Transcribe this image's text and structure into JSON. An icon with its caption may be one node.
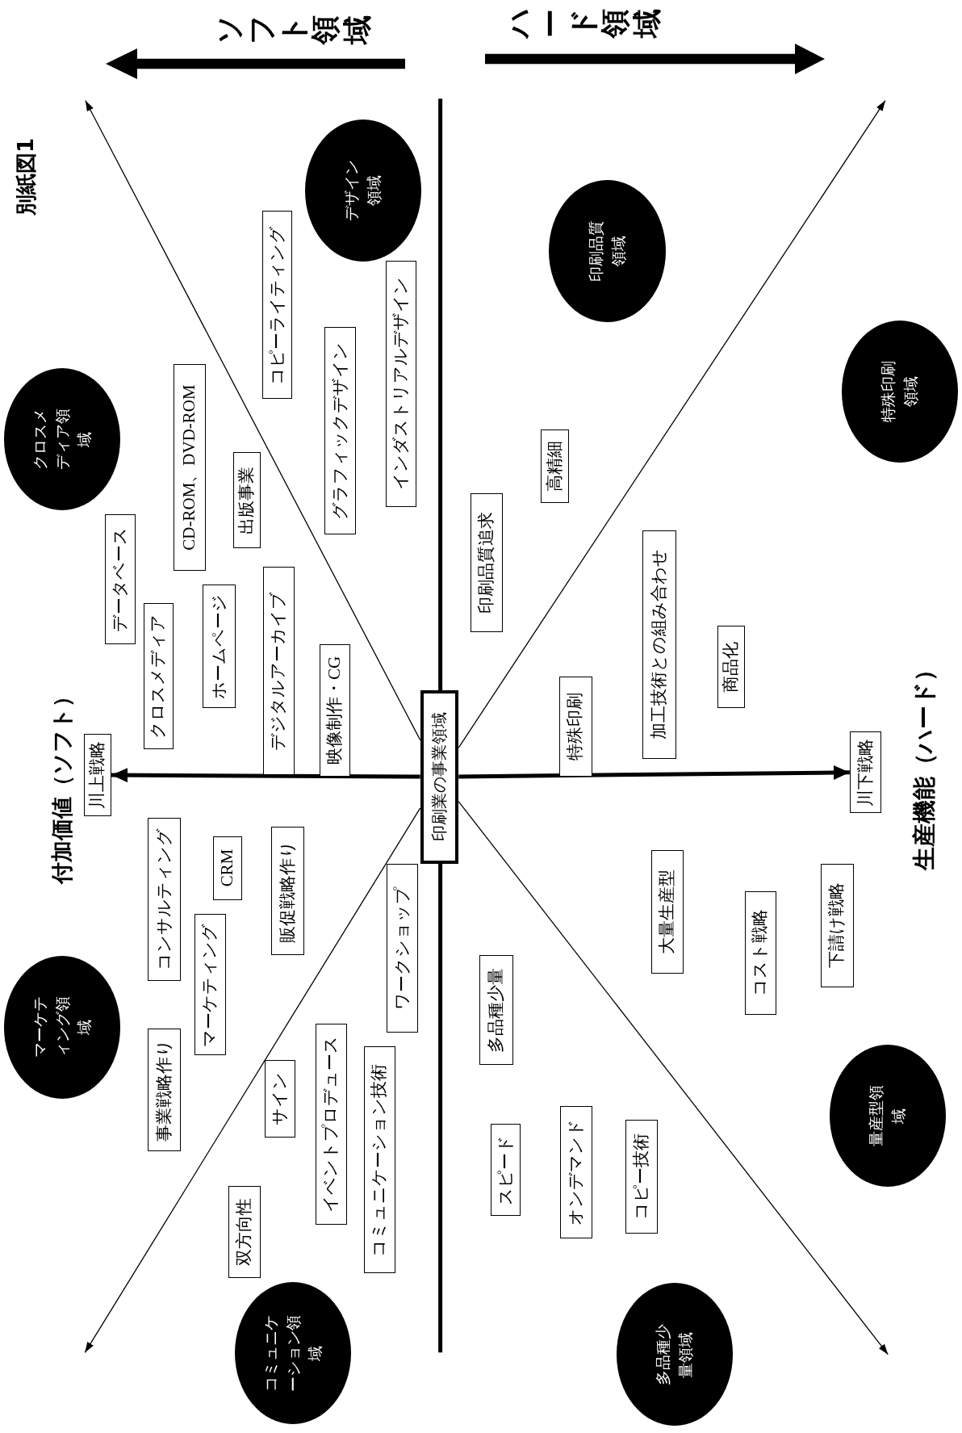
{
  "diagram": {
    "nodes": [
      {
        "text": [
          "印刷業の事業領域"
        ]
      },
      {
        "text": [
          "デザイン領域"
        ]
      },
      {
        "text": [
          "コピーライティング"
        ]
      },
      {
        "text": [
          "インダストリアルデザイン"
        ]
      },
      {
        "text": [
          "グラフィックデザイン"
        ]
      },
      {
        "text": [
          "クロスメディア領域"
        ]
      },
      {
        "text": [
          "CD-ROM、DVD-ROM"
        ]
      },
      {
        "text": [
          "出版事業"
        ]
      },
      {
        "text": [
          "データベース"
        ]
      },
      {
        "text": [
          "ホームページ"
        ]
      },
      {
        "text": [
          "クロスメディア"
        ]
      },
      {
        "text": [
          "デジタルアーカイブ"
        ]
      },
      {
        "text": [
          "映像制作・CG"
        ]
      },
      {
        "text": [
          "川上戦略"
        ]
      },
      {
        "text": [
          "コンサルティング"
        ]
      },
      {
        "text": [
          "CRM"
        ]
      },
      {
        "text": [
          "販促戦略作り"
        ]
      },
      {
        "text": [
          "マーケティング"
        ]
      },
      {
        "text": [
          "ワークショップ"
        ]
      },
      {
        "text": [
          "マーケティング領域"
        ]
      },
      {
        "text": [
          "事業戦略作り"
        ]
      },
      {
        "text": [
          "サイン"
        ]
      },
      {
        "text": [
          "イベントプロデュース"
        ]
      },
      {
        "text": [
          "コミュニケーション技術"
        ]
      },
      {
        "text": [
          "双方向性"
        ]
      },
      {
        "text": [
          "コミュニケーション領域"
        ]
      },
      {
        "text": [
          "印刷品質領域"
        ]
      },
      {
        "text": [
          "特殊印刷領域"
        ]
      },
      {
        "text": [
          "高精細"
        ]
      },
      {
        "text": [
          "印刷品質追求"
        ]
      },
      {
        "text": [
          "加工技術との組み合わせ"
        ]
      },
      {
        "text": [
          "商品化"
        ]
      },
      {
        "text": [
          "特殊印刷"
        ]
      },
      {
        "text": [
          "川下戦略"
        ]
      },
      {
        "text": [
          "大量生産型"
        ]
      },
      {
        "text": [
          "下請け戦略"
        ]
      },
      {
        "text": [
          "コスト戦略"
        ]
      },
      {
        "text": [
          "多品種少量"
        ]
      },
      {
        "text": [
          "量産型領域"
        ]
      },
      {
        "text": [
          "スピード"
        ]
      },
      {
        "text": [
          "オンデマンド"
        ]
      },
      {
        "text": [
          "コピー技術"
        ]
      },
      {
        "text": [
          "多品種少量領域"
        ]
      }
    ],
    "edges": [
      {
        "from": 0,
        "to": 13,
        "arrow": "to",
        "style": "thick"
      },
      {
        "from": 0,
        "to": 33,
        "arrow": "to",
        "style": "thick"
      },
      {
        "from": 0,
        "to": null,
        "arrow": "to"
      },
      {
        "from": 0,
        "to": null,
        "arrow": "to"
      },
      {
        "from": 0,
        "to": null,
        "arrow": "to"
      },
      {
        "from": 0,
        "to": null,
        "arrow": "to"
      }
    ],
    "labels": [
      "ソフト領域",
      "ハード領域",
      "別紙図1",
      "付加価値（ソフト）",
      "生産機能（ハード）"
    ]
  }
}
